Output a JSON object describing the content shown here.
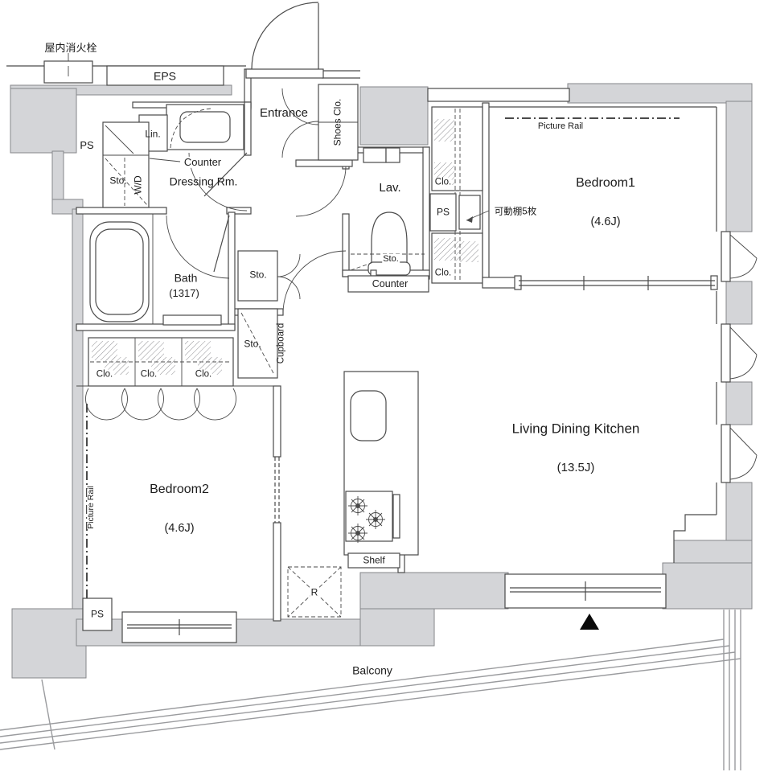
{
  "colors": {
    "wall_fill": "#d4d5d8",
    "line": "#4a4a4a",
    "text": "#1c1c1c",
    "background": "#ffffff",
    "marker": "#000000"
  },
  "rooms": [
    {
      "name": "Entrance"
    },
    {
      "name": "Dressing Rm."
    },
    {
      "name": "Bath",
      "size": "(1317)"
    },
    {
      "name": "Lav."
    },
    {
      "name": "Bedroom1",
      "size": "(4.6J)"
    },
    {
      "name": "Bedroom2",
      "size": "(4.6J)"
    },
    {
      "name": "Living Dining Kitchen",
      "size": "(13.5J)"
    },
    {
      "name": "Balcony"
    }
  ],
  "annotations": {
    "fire_hydrant": "屋内消火栓",
    "eps": "EPS",
    "ps": "PS",
    "lin": "Lin.",
    "counter": "Counter",
    "sto": "Sto.",
    "wd": "W/D",
    "shoes_clo": "Shoes Clo.",
    "clo": "Clo.",
    "movable_shelf": "可動棚5枚",
    "picture_rail": "Picture Rail",
    "cupboard": "Cupboard",
    "refrigerator": "R",
    "shelf": "Shelf"
  }
}
